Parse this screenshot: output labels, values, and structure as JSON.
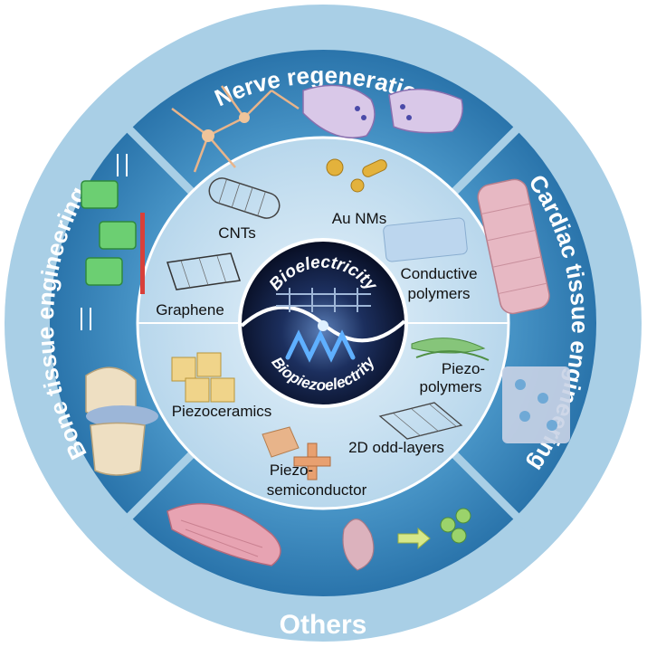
{
  "outer_ring": {
    "top": "Nerve regeneration",
    "right": "Cardiac tissue engineering",
    "bottom": "Others",
    "left": "Bone tissue engineering"
  },
  "core": {
    "upper": "Bioelectricity",
    "lower": "Biopiezoelectrity"
  },
  "materials": {
    "cnts": "CNTs",
    "au_nms": "Au NMs",
    "graphene": "Graphene",
    "conductive_1": "Conductive",
    "conductive_2": "polymers",
    "piezoceramics": "Piezoceramics",
    "piezopolymers_1": "Piezo-",
    "piezopolymers_2": "polymers",
    "odd_layers": "2D odd-layers",
    "piezosemi_1": "Piezo-",
    "piezosemi_2": "semiconductor"
  },
  "colors": {
    "outer_ring": "#a9cfe6",
    "middle_ring": "#2f7fb5",
    "inner_disc": "#c4dff0",
    "core": "#0d1a3a"
  }
}
